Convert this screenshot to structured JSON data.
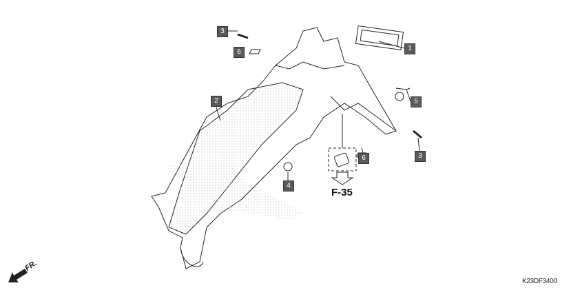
{
  "callouts": [
    {
      "id": "3",
      "part": "bolt"
    },
    {
      "id": "6",
      "part": "clip"
    },
    {
      "id": "1",
      "part": "reflector"
    },
    {
      "id": "2",
      "part": "rear-fender"
    },
    {
      "id": "5",
      "part": "nut"
    },
    {
      "id": "3",
      "part": "bolt"
    },
    {
      "id": "6",
      "part": "clip"
    },
    {
      "id": "4",
      "part": "grommet"
    }
  ],
  "reference": "F-35",
  "front_label": "FR.",
  "diagram_code": "K23DF3400"
}
